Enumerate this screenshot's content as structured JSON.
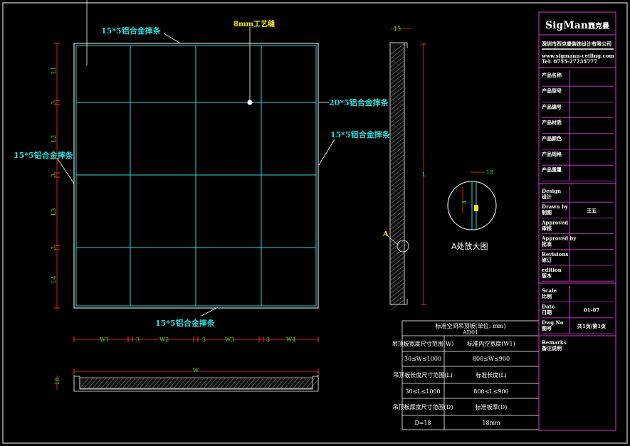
{
  "labels": {
    "top_strip": "15*5铝合金摔条",
    "bottom_strip": "15*5铝合金摔条",
    "left_strip": "15*5铝合金摔条",
    "right_strip_upper": "20*5铝合金摔条",
    "right_strip_lower": "15*5铝合金摔条",
    "process_seam": "8mm工艺缝",
    "detail_caption": "A处放大图",
    "detail_marker": "A",
    "detail_dim": "18",
    "detail_gap": "4",
    "section_top_dim": "15",
    "section_length": "L",
    "plan_section_dim": "W",
    "plan_section_thick": "18"
  },
  "vertical_dims": [
    "L1",
    "3",
    "L2",
    "3",
    "L3",
    "3",
    "L4"
  ],
  "horizontal_dims": [
    "W1",
    "3",
    "W2",
    "3",
    "W3",
    "3",
    "W4"
  ],
  "spec_table": {
    "title": "标准空间吊顶板(单位: mm)",
    "code": "AD01",
    "rows": [
      [
        "吊顶板宽度尺寸范围(W)",
        "标准内空宽度(W1)"
      ],
      [
        "30≤W≤1000",
        "800≤W≤900"
      ],
      [
        "吊顶板长度尺寸范围(L)",
        "标准长度(L)"
      ],
      [
        "30≤L≤1000",
        "800≤L≤900"
      ],
      [
        "吊顶板厚度尺寸范围(D)",
        "标准板厚(D)"
      ],
      [
        "D=18",
        "18mm"
      ]
    ]
  },
  "title_block": {
    "brand": "SigMann",
    "brand_cn": "西克曼",
    "company": "深圳市西克曼装饰设计有限公司",
    "web": "www.sigmann-ceiling.com",
    "tel": "Tel: 0755-27235777",
    "fields_group1": [
      {
        "label": "产品名称",
        "value": ""
      },
      {
        "label": "产品型号",
        "value": ""
      },
      {
        "label": "产品编号",
        "value": ""
      },
      {
        "label": "产品材质",
        "value": ""
      },
      {
        "label": "产品颜色",
        "value": ""
      },
      {
        "label": "产品规格",
        "value": ""
      },
      {
        "label": "产品重量",
        "value": ""
      }
    ],
    "fields_group2": [
      {
        "label": "Design\n设计",
        "value": ""
      },
      {
        "label": "Drawn by\n制图",
        "value": "王五"
      },
      {
        "label": "Approved\n审核",
        "value": ""
      },
      {
        "label": "Approved by\n批准",
        "value": ""
      },
      {
        "label": "Revisions\n修订",
        "value": ""
      },
      {
        "label": "edition\n版本",
        "value": ""
      }
    ],
    "fields_group3": [
      {
        "label": "Scale\n比例",
        "value": ""
      },
      {
        "label": "Date\n日期",
        "value": "01-07"
      },
      {
        "label": "Dwg.No\n图号",
        "value": "共1页/第1页"
      }
    ],
    "remarks_label": "Remarks\n备注说明"
  }
}
